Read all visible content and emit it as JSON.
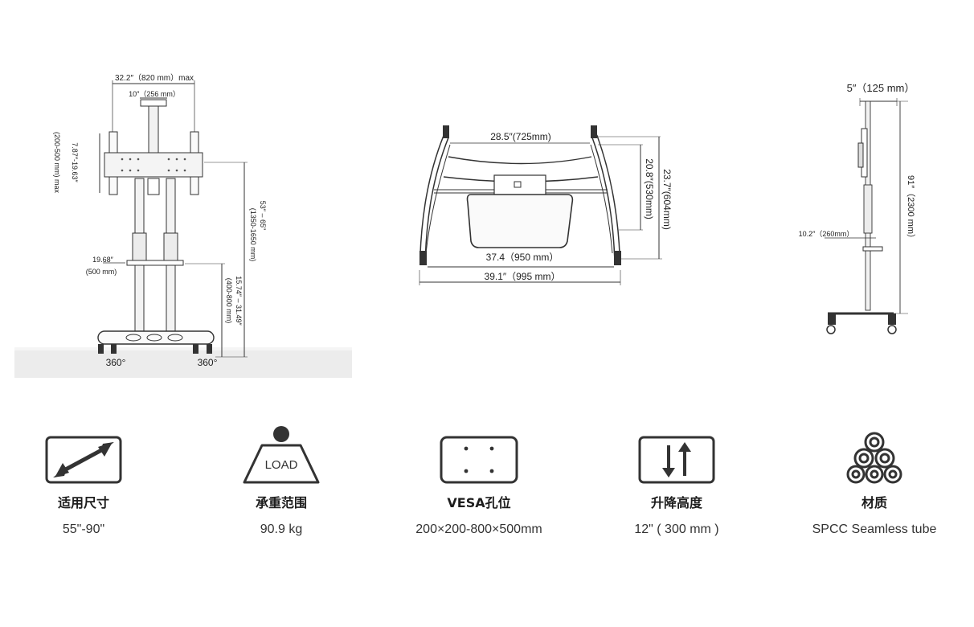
{
  "front_view": {
    "width_max": "32.2″（820 mm）max",
    "bracket_width": "10″（256 mm）",
    "vesa_height": "7.87″-19.63″",
    "vesa_height_mm": "(200-500 mm) max",
    "overall_height": "53″ – 65″",
    "overall_height_mm": "(1350-1650 mm)",
    "shelf_width": "19.68″",
    "shelf_width_mm": "(500 mm)",
    "shelf_height": "15.74″ – 31.49″",
    "shelf_height_mm": "(400-800 mm)",
    "rotation_left": "360°",
    "rotation_right": "360°"
  },
  "top_view": {
    "inner_width": "28.5″(725mm)",
    "depth_inner": "20.8″(530mm)",
    "depth_outer": "23.7″(604mm)",
    "base_inner": "37.4（950 mm）",
    "base_outer": "39.1″（995 mm）"
  },
  "side_view": {
    "top_depth": "5″（125 mm）",
    "shelf_depth": "10.2″（260mm）",
    "total_height": "91″（2300 mm）"
  },
  "features": [
    {
      "icon": "size-arrow-icon",
      "title": "适用尺寸",
      "value": "55\"-90\""
    },
    {
      "icon": "load-weight-icon",
      "title": "承重范围",
      "value": "90.9 kg",
      "icon_text": "LOAD"
    },
    {
      "icon": "vesa-holes-icon",
      "title": "VESA孔位",
      "value": "200×200-800×500mm"
    },
    {
      "icon": "lift-arrows-icon",
      "title": "升降高度",
      "value": "12\" ( 300 mm )"
    },
    {
      "icon": "material-coils-icon",
      "title": "材质",
      "value": "SPCC Seamless tube"
    }
  ]
}
